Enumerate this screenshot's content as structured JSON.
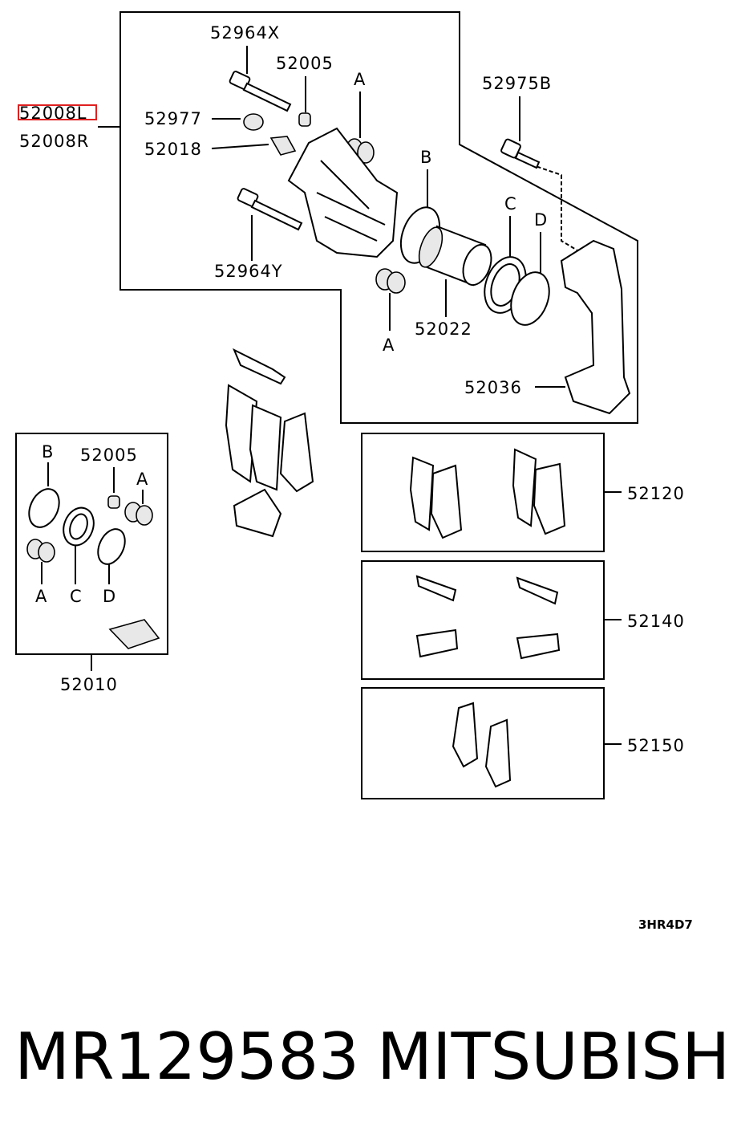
{
  "diagram": {
    "labels": {
      "p52964x": "52964X",
      "p52005_top": "52005",
      "a_top": "A",
      "p52008l": "52008L",
      "p52977": "52977",
      "p52008r": "52008R",
      "p52018": "52018",
      "p52975b": "52975B",
      "b_top": "B",
      "c_top": "C",
      "d_top": "D",
      "p52964y": "52964Y",
      "a_bottom": "A",
      "p52022": "52022",
      "p52036": "52036",
      "kit_b": "B",
      "kit_52005": "52005",
      "kit_a_right": "A",
      "kit_a_left": "A",
      "kit_c": "C",
      "kit_d": "D",
      "p52010": "52010",
      "p52120": "52120",
      "p52140": "52140",
      "p52150": "52150",
      "code": "3HR4D7"
    },
    "highlight_color": "#e02020"
  },
  "footer": {
    "part_number": "MR129583",
    "brand": "MITSUBISHI"
  }
}
